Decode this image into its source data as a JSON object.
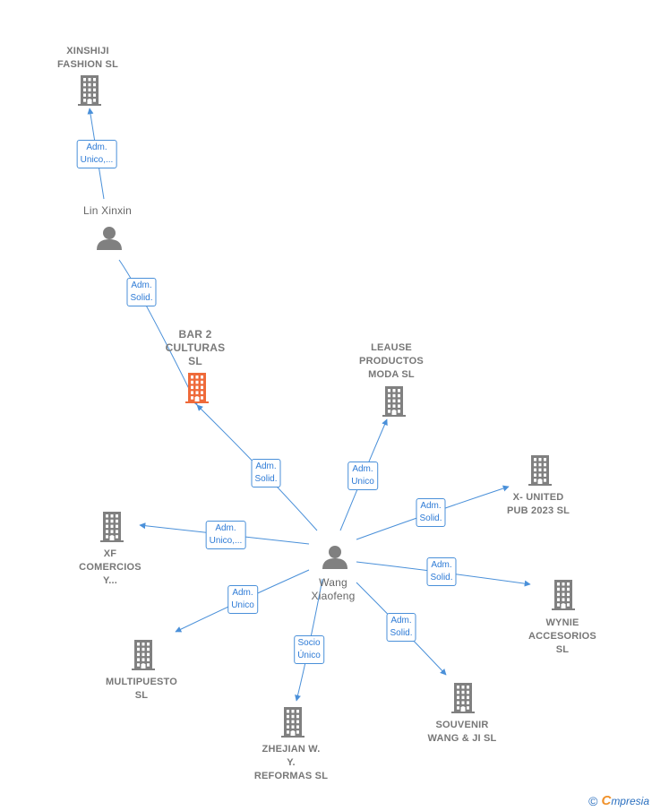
{
  "colors": {
    "edge": "#4a90d9",
    "company": "#808080",
    "company_main": "#ef6a3a",
    "person": "#808080"
  },
  "nodes": [
    {
      "id": "xinshiji",
      "type": "company",
      "label": "XINSHIJI\nFASHION  SL",
      "icon": "building-icon"
    },
    {
      "id": "lin",
      "type": "person",
      "label": "Lin Xinxin",
      "icon": "person-icon"
    },
    {
      "id": "bar2",
      "type": "company_main",
      "label": "BAR 2\nCULTURAS\nSL",
      "icon": "building-icon"
    },
    {
      "id": "leause",
      "type": "company",
      "label": "LEAUSE\nPRODUCTOS\nMODA  SL",
      "icon": "building-icon"
    },
    {
      "id": "xunited",
      "type": "company",
      "label": "X- UNITED\nPUB 2023  SL",
      "icon": "building-icon"
    },
    {
      "id": "xf",
      "type": "company",
      "label": "XF\nCOMERCIOS\nY...",
      "icon": "building-icon"
    },
    {
      "id": "wang",
      "type": "person",
      "label": "Wang\nXiaofeng",
      "icon": "person-icon"
    },
    {
      "id": "wynie",
      "type": "company",
      "label": "WYNIE\nACCESORIOS\nSL",
      "icon": "building-icon"
    },
    {
      "id": "multipuesto",
      "type": "company",
      "label": "MULTIPUESTO\nSL",
      "icon": "building-icon"
    },
    {
      "id": "souvenir",
      "type": "company",
      "label": "SOUVENIR\nWANG & JI  SL",
      "icon": "building-icon"
    },
    {
      "id": "zhejian",
      "type": "company",
      "label": "ZHEJIAN W.\nY.\nREFORMAS SL",
      "icon": "building-icon"
    }
  ],
  "edges": [
    {
      "from": "lin",
      "to": "xinshiji",
      "label": "Adm.\nUnico,..."
    },
    {
      "from": "lin",
      "to": "bar2",
      "label": "Adm.\nSolid."
    },
    {
      "from": "wang",
      "to": "bar2",
      "label": "Adm.\nSolid."
    },
    {
      "from": "wang",
      "to": "leause",
      "label": "Adm.\nUnico"
    },
    {
      "from": "wang",
      "to": "xunited",
      "label": "Adm.\nSolid."
    },
    {
      "from": "wang",
      "to": "xf",
      "label": "Adm.\nUnico,..."
    },
    {
      "from": "wang",
      "to": "wynie",
      "label": "Adm.\nSolid."
    },
    {
      "from": "wang",
      "to": "multipuesto",
      "label": "Adm.\nUnico"
    },
    {
      "from": "wang",
      "to": "souvenir",
      "label": "Adm.\nSolid."
    },
    {
      "from": "wang",
      "to": "zhejian",
      "label": "Socio\nÚnico"
    }
  ],
  "footer": {
    "copyright_symbol": "©",
    "brand_initial": "C",
    "brand_rest": "mpresia"
  }
}
